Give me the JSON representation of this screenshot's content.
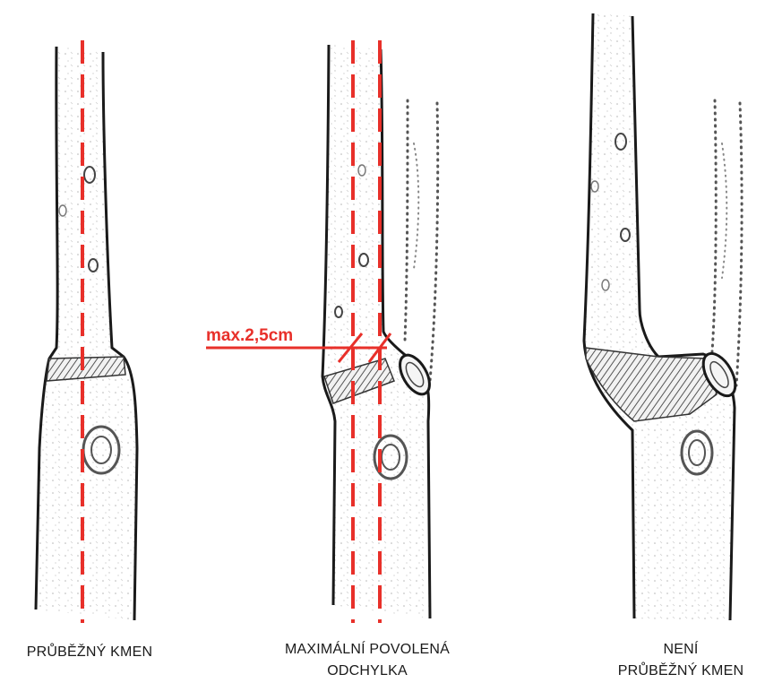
{
  "panels": [
    {
      "caption_lines": [
        "PRŮBĚŽNÝ KMEN"
      ]
    },
    {
      "caption_lines": [
        "MAXIMÁLNÍ POVOLENÁ",
        "ODCHYLKA"
      ],
      "measure_label": "max.2,5cm"
    },
    {
      "caption_lines": [
        "NENÍ",
        "PRŮBĚŽNÝ KMEN"
      ]
    }
  ],
  "colors": {
    "axis": "#e8302a",
    "outline": "#1a1a1a",
    "stipple": "#9a9a9a"
  }
}
